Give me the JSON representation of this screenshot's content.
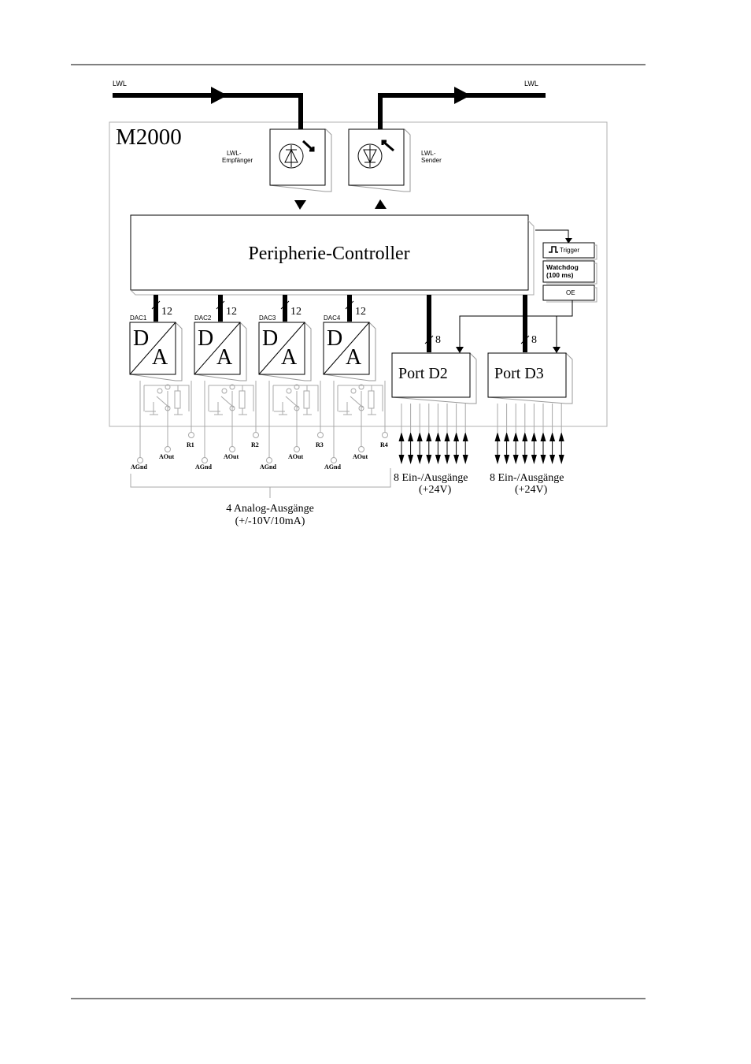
{
  "diagram": {
    "system_title": "M2000",
    "lwl_in_label": "LWL",
    "lwl_out_label": "LWL",
    "receiver_label_1": "LWL-",
    "receiver_label_2": "Empfänger",
    "sender_label_1": "LWL-",
    "sender_label_2": "Sender",
    "controller_label": "Peripherie-Controller",
    "trigger_label": "Trigger",
    "watchdog_label_1": "Watchdog",
    "watchdog_label_2": "(100  ms)",
    "oe_label": "OE",
    "dacs": [
      {
        "name": "DAC1",
        "bits": "12",
        "d": "D",
        "a": "A",
        "r": "R1",
        "aout": "AOut",
        "agnd": "AGnd"
      },
      {
        "name": "DAC2",
        "bits": "12",
        "d": "D",
        "a": "A",
        "r": "R2",
        "aout": "AOut",
        "agnd": "AGnd"
      },
      {
        "name": "DAC3",
        "bits": "12",
        "d": "D",
        "a": "A",
        "r": "R3",
        "aout": "AOut",
        "agnd": "AGnd"
      },
      {
        "name": "DAC4",
        "bits": "12",
        "d": "D",
        "a": "A",
        "r": "R4",
        "aout": "AOut",
        "agnd": "AGnd"
      }
    ],
    "ports": [
      {
        "label": "Port  D2",
        "bits": "8",
        "io_label": "8  Ein-/Ausgänge",
        "voltage": "(+24V)"
      },
      {
        "label": "Port  D3",
        "bits": "8",
        "io_label": "8  Ein-/Ausgänge",
        "voltage": "(+24V)"
      }
    ],
    "analog_label_1": "4  Analog-Ausgänge",
    "analog_label_2": "(+/-10V/10mA)"
  }
}
